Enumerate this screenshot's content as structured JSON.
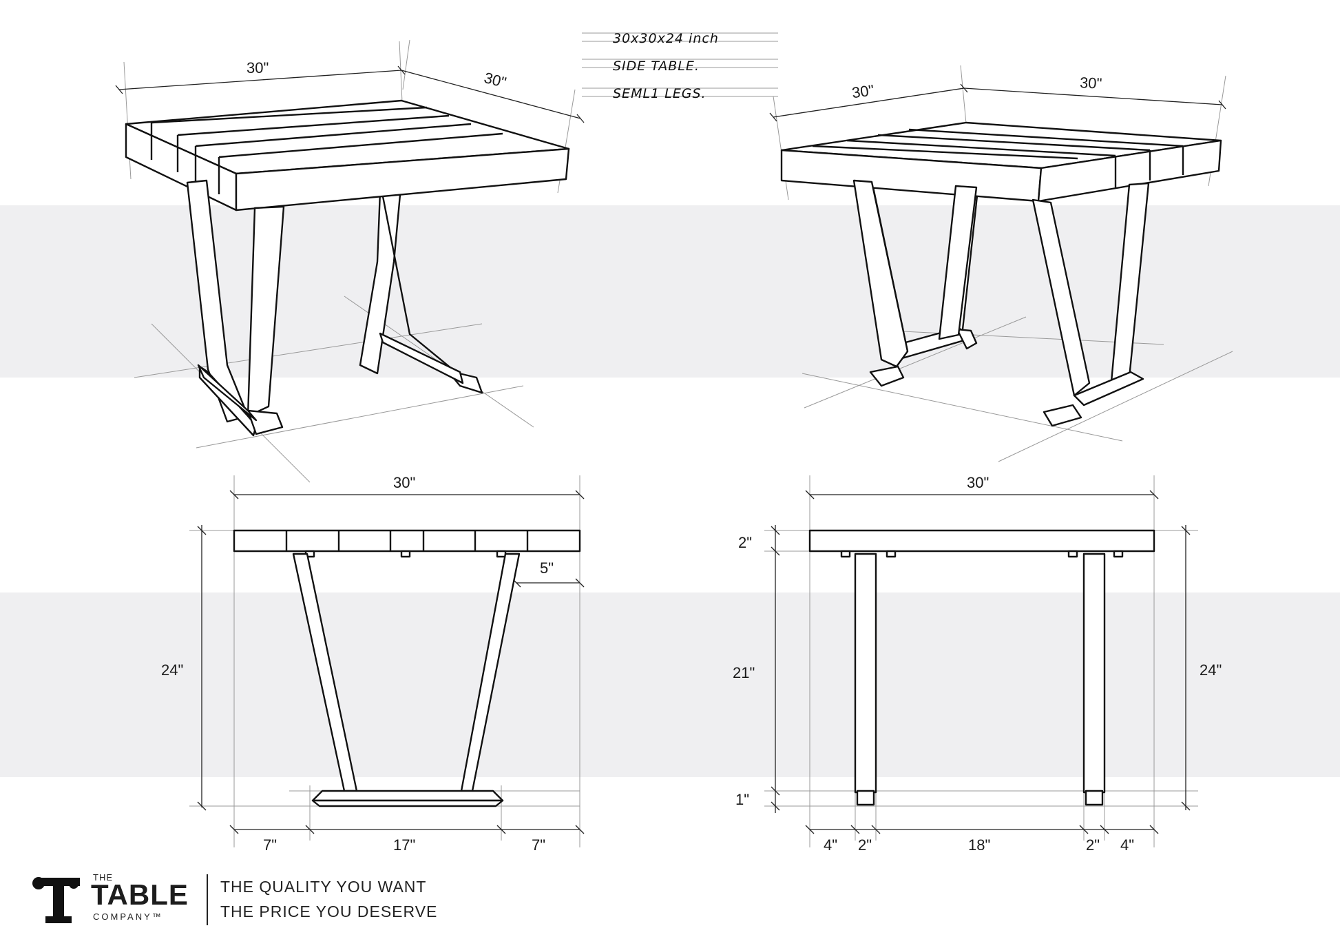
{
  "notes": {
    "size": "30x30x24 inch",
    "type": "SIDE TABLE.",
    "legs": "SEML1 LEGS."
  },
  "iso_left": {
    "width": "30\"",
    "depth": "30\""
  },
  "iso_right": {
    "width": "30\"",
    "depth": "30\""
  },
  "side_view": {
    "top_width": "30\"",
    "height": "24\"",
    "offset": "5\"",
    "foot_left": "7\"",
    "foot_center": "17\"",
    "foot_right": "7\""
  },
  "front_view": {
    "top_width": "30\"",
    "top_thickness": "2\"",
    "leg_height": "21\"",
    "foot_height": "1\"",
    "total_height": "24\"",
    "edge_left": "4\"",
    "leg_left": "2\"",
    "gap": "18\"",
    "leg_right": "2\"",
    "edge_right": "4\""
  },
  "brand": {
    "the": "THE",
    "name": "TABLE",
    "company": "COMPANY™",
    "tagline_1": "THE QUALITY YOU WANT",
    "tagline_2": "THE PRICE YOU DESERVE"
  }
}
